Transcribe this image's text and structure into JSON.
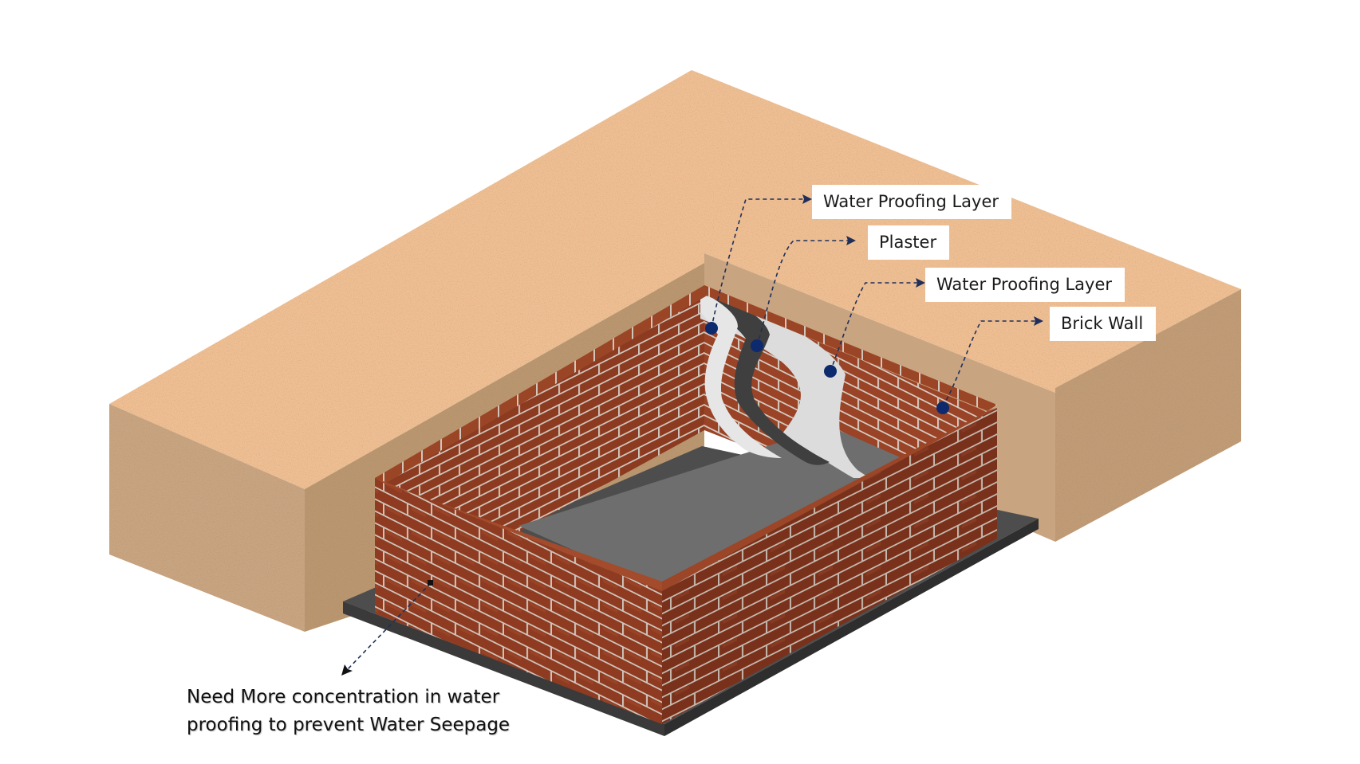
{
  "labels": {
    "waterproofing_outer": "Water Proofing Layer",
    "plaster": "Plaster",
    "waterproofing_inner": "Water Proofing Layer",
    "brick_wall": "Brick Wall"
  },
  "note": {
    "line1": "Need More concentration in water",
    "line2": "proofing to prevent Water Seepage"
  },
  "colors": {
    "soil_top": "#efbf93",
    "soil_side": "#c8a481",
    "soil_side_dark": "#b9966f",
    "brick": "#8a3a20",
    "mortar": "#d8d0c8",
    "slab": "#4a4a4a",
    "floor": "#6e6e6e",
    "plaster": "#dcdcdc",
    "waterproof": "#3f3f3f",
    "marker": "#0d2a6e"
  }
}
